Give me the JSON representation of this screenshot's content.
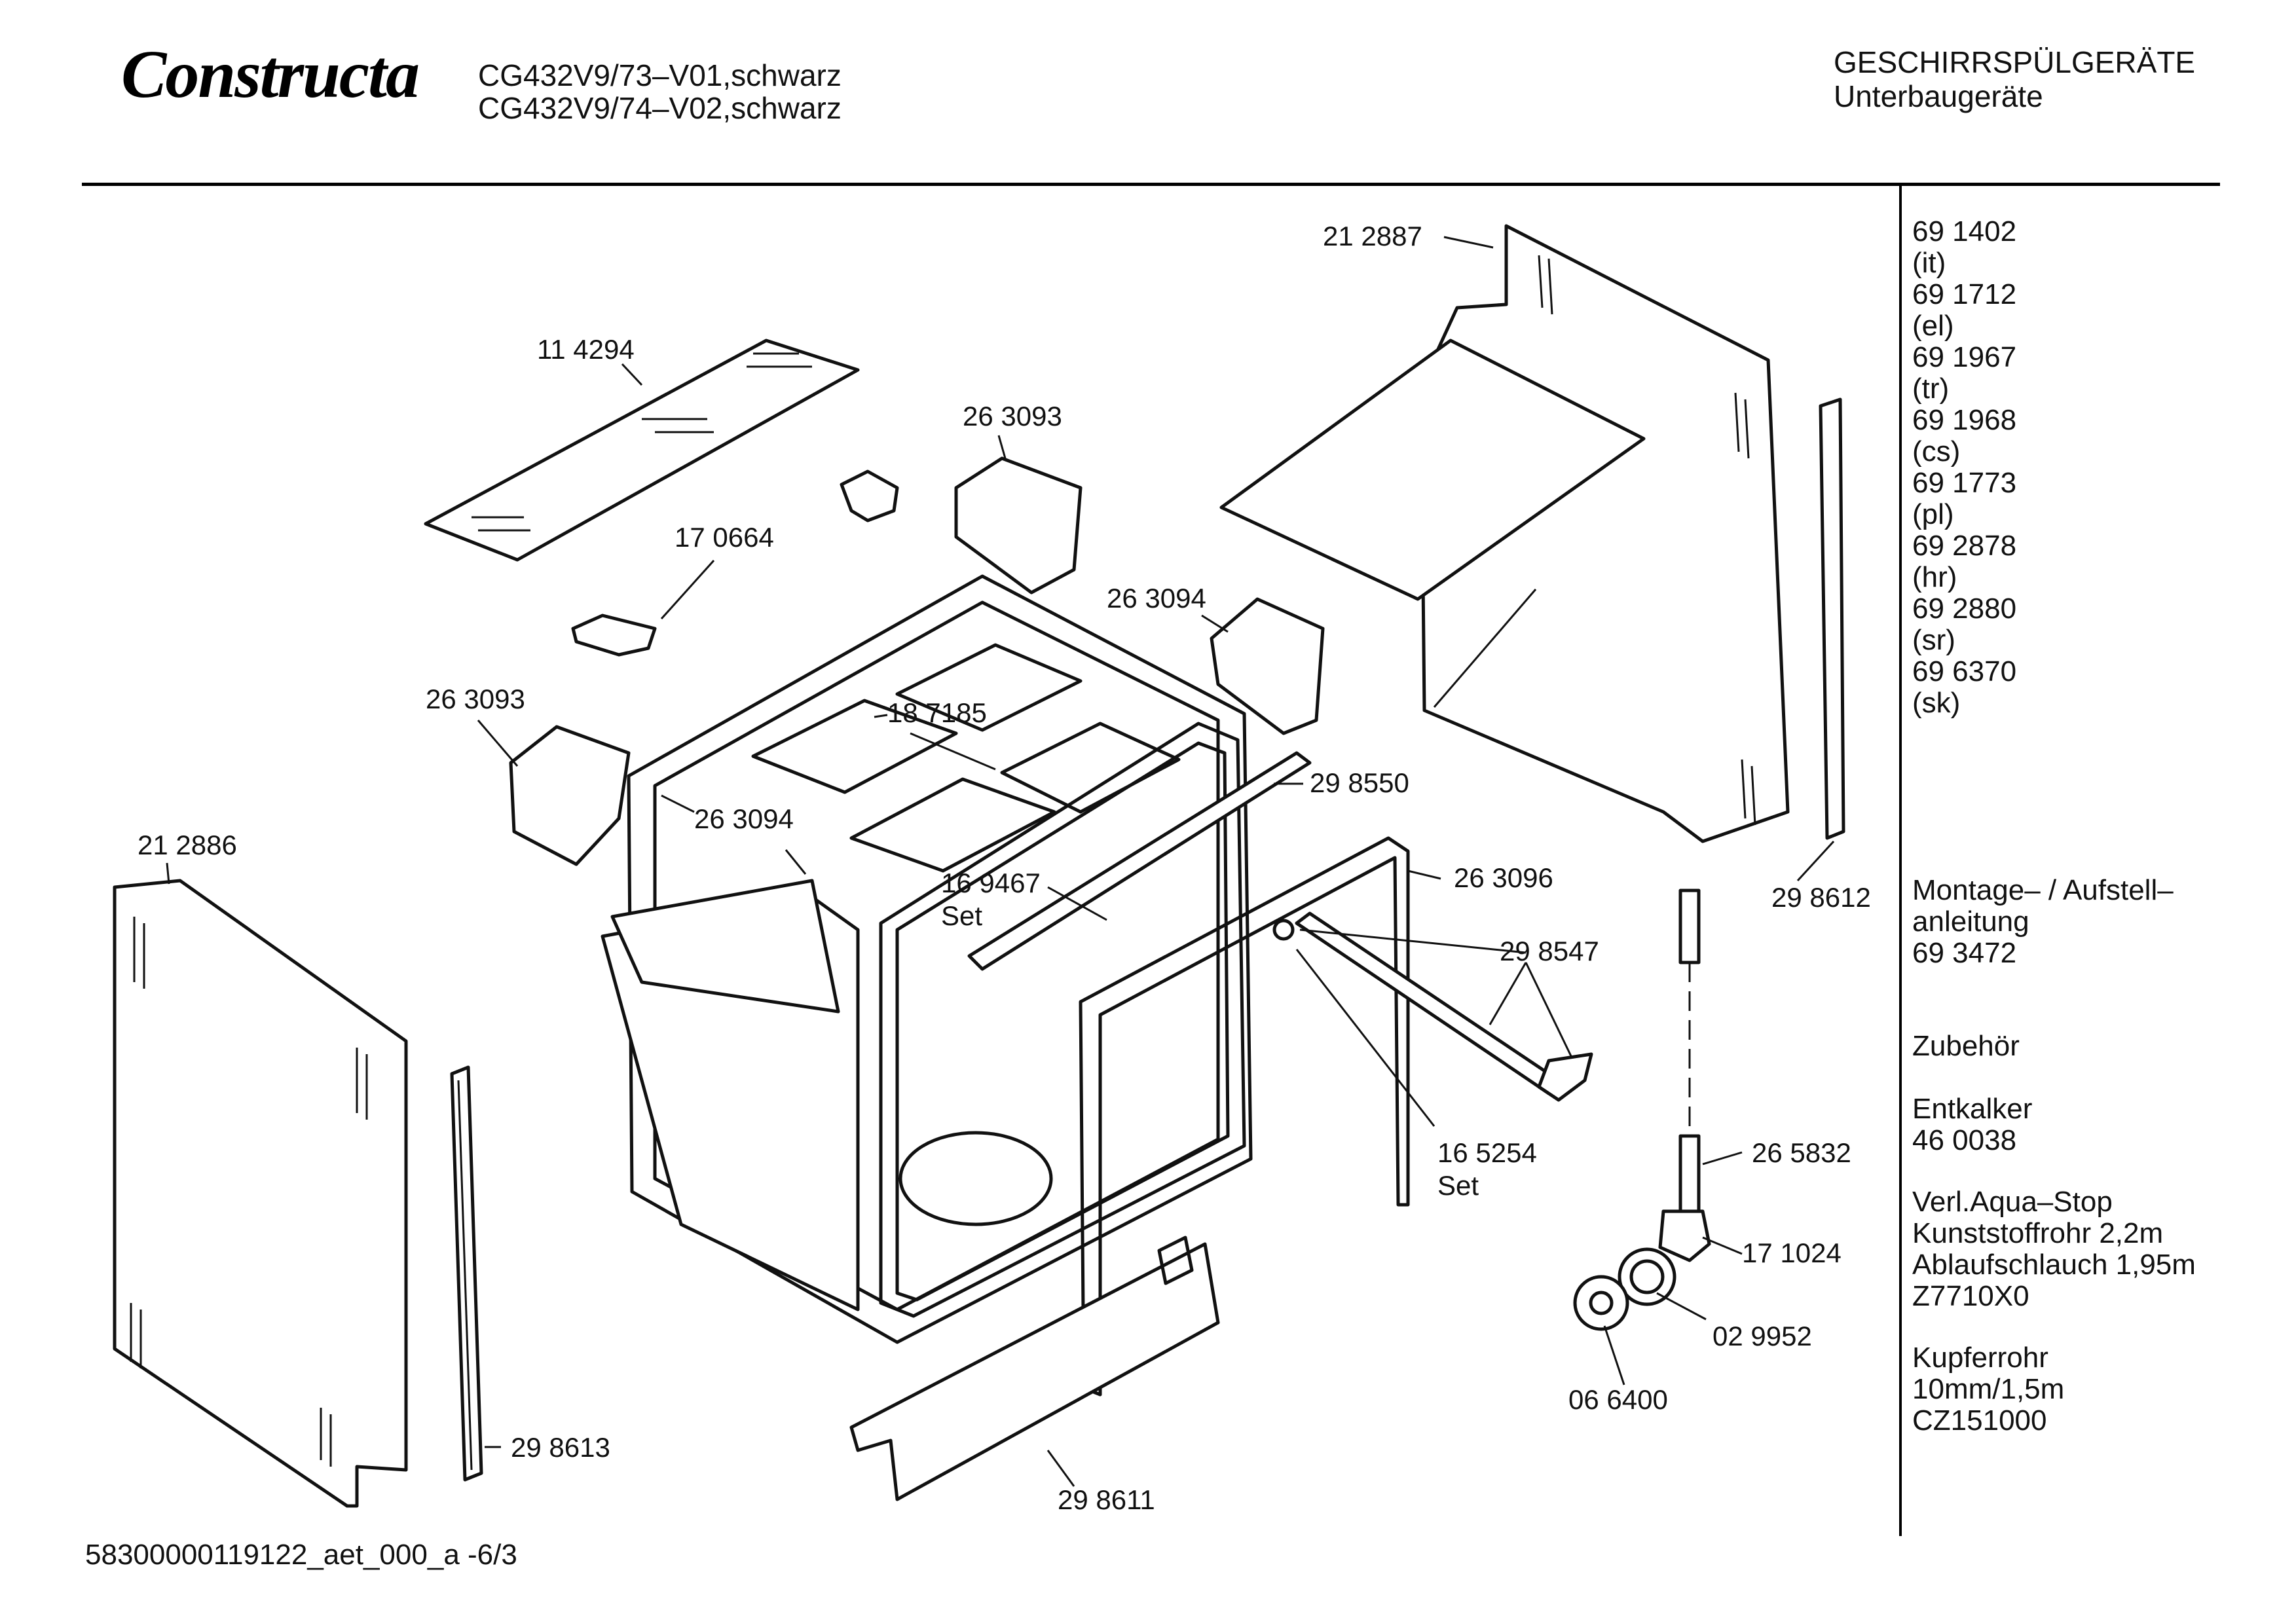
{
  "header": {
    "brand": "Constructa",
    "models": [
      "CG432V9/73–V01,schwarz",
      "CG432V9/74–V02,schwarz"
    ],
    "category": "GESCHIRRSPÜLGERÄTE",
    "subcategory": "Unterbaugeräte"
  },
  "part_labels": {
    "p212887": "21 2887",
    "p114294": "11 4294",
    "p263093a": "26 3093",
    "p170664": "17 0664",
    "p263094a": "26 3094",
    "p263093b": "26 3093",
    "p187185": "18 7185",
    "p298550": "29 8550",
    "p212886": "21 2886",
    "p263094b": "26 3094",
    "p169467": "16 9467",
    "p169467_set": "Set",
    "p263096": "26 3096",
    "p298612": "29 8612",
    "p298547": "29 8547",
    "p165254": "16 5254",
    "p165254_set": "Set",
    "p265832": "26 5832",
    "p171024": "17 1024",
    "p029952": "02 9952",
    "p066400": "06 6400",
    "p298613": "29 8613",
    "p298611": "29 8611"
  },
  "sidebar": {
    "languages": "69 1402\n(it)\n69 1712\n(el)\n69 1967\n(tr)\n69 1968\n(cs)\n69 1773\n(pl)\n69 2878\n(hr)\n69 2880\n(sr)\n69 6370\n(sk)",
    "montage": "Montage– / Aufstell–\nanleitung\n69 3472",
    "zubehoer": "Zubehör",
    "entkalker": "Entkalker\n46 0038",
    "aquastop": "Verl.Aqua–Stop\nKunststoffrohr 2,2m\nAblaufschlauch 1,95m\nZ7710X0",
    "kupfer": "Kupferrohr\n10mm/1,5m\nCZ151000"
  },
  "footer": {
    "doc_id": "58300000119122_aet_000_a  -6/3"
  }
}
